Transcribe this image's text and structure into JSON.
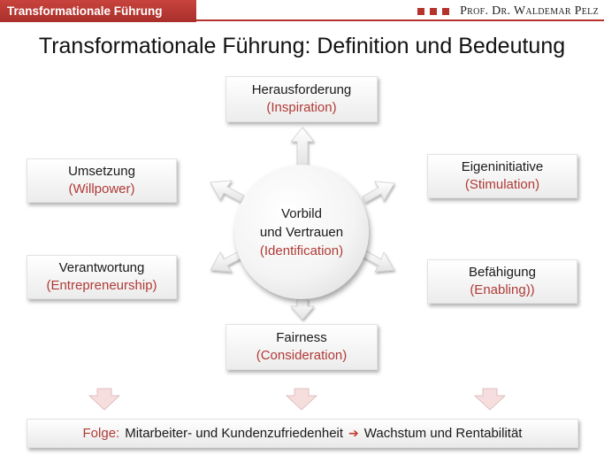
{
  "header": {
    "tab_title": "Transformationale Führung",
    "author": "Prof. Dr. Waldemar Pelz"
  },
  "title": "Transformationale Führung: Definition und Bedeutung",
  "center": {
    "line1": "Vorbild",
    "line2": "und Vertrauen",
    "sub": "(Identification)"
  },
  "boxes": {
    "top": {
      "label": "Herausforderung",
      "sub": "(Inspiration)"
    },
    "upper_left": {
      "label": "Umsetzung",
      "sub": "(Willpower)"
    },
    "upper_right": {
      "label": "Eigeninitiative",
      "sub": "(Stimulation)"
    },
    "lower_left": {
      "label": "Verantwortung",
      "sub": "(Entrepreneurship)"
    },
    "lower_right": {
      "label": "Befähigung",
      "sub": "(Enabling))"
    },
    "bottom": {
      "label": "Fairness",
      "sub": "(Consideration)"
    }
  },
  "result": {
    "prefix": "Folge:",
    "part1": "Mitarbeiter- und Kundenzufriedenheit",
    "part2": "Wachstum und Rentabilität"
  },
  "colors": {
    "accent_red": "#b5322d",
    "sub_text": "#b03a36",
    "down_arrow_fill": "#f6dede"
  },
  "icons": {
    "author_marker": "three-red-squares",
    "result_arrow": "red-right-arrow"
  }
}
